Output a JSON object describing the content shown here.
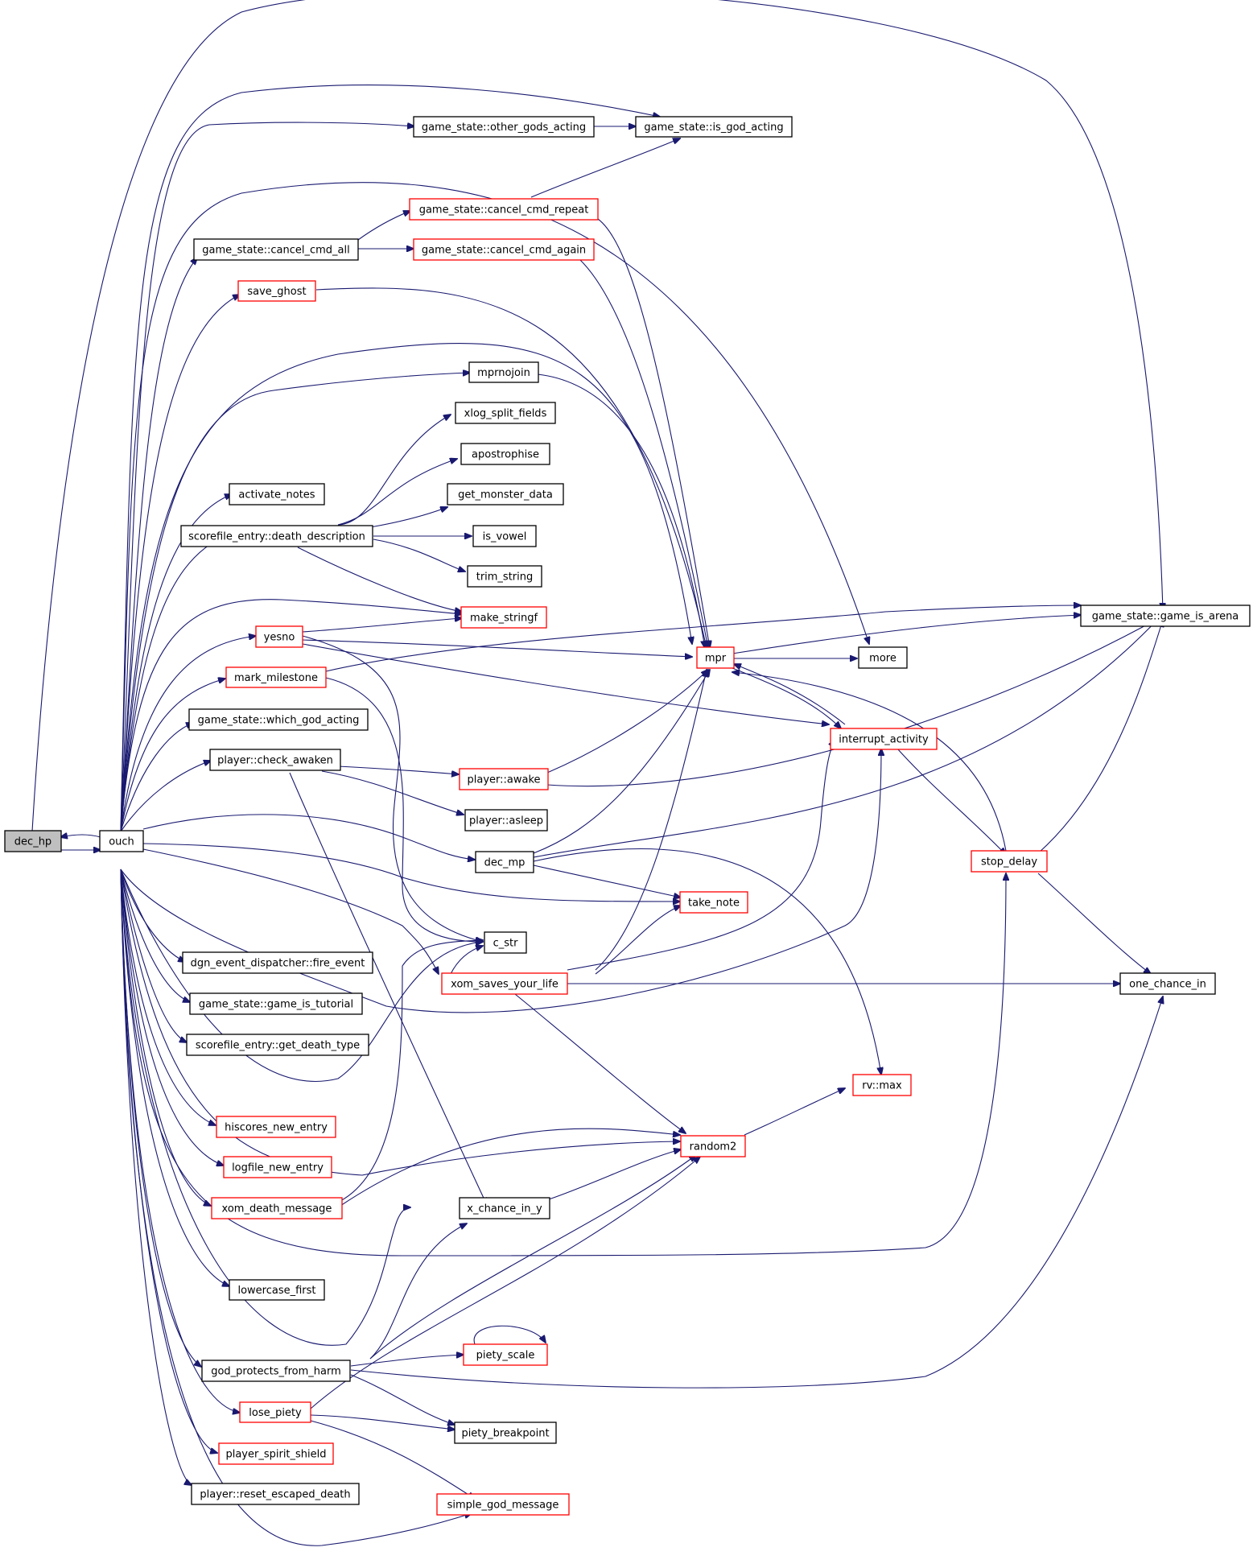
{
  "graph": {
    "nodes": [
      {
        "id": "dec_hp",
        "label": "dec_hp",
        "style": "current"
      },
      {
        "id": "ouch",
        "label": "ouch",
        "style": "plain"
      },
      {
        "id": "other_gods",
        "label": "game_state::other_gods_acting",
        "style": "plain"
      },
      {
        "id": "is_god_acting",
        "label": "game_state::is_god_acting",
        "style": "plain"
      },
      {
        "id": "cancel_repeat",
        "label": "game_state::cancel_cmd_repeat",
        "style": "linked"
      },
      {
        "id": "cancel_all",
        "label": "game_state::cancel_cmd_all",
        "style": "plain"
      },
      {
        "id": "cancel_again",
        "label": "game_state::cancel_cmd_again",
        "style": "linked"
      },
      {
        "id": "save_ghost",
        "label": "save_ghost",
        "style": "linked"
      },
      {
        "id": "mprnojoin",
        "label": "mprnojoin",
        "style": "plain"
      },
      {
        "id": "xlog_split",
        "label": "xlog_split_fields",
        "style": "plain"
      },
      {
        "id": "apostrophise",
        "label": "apostrophise",
        "style": "plain"
      },
      {
        "id": "activate_notes",
        "label": "activate_notes",
        "style": "plain"
      },
      {
        "id": "get_monster_data",
        "label": "get_monster_data",
        "style": "plain"
      },
      {
        "id": "death_desc",
        "label": "scorefile_entry::death_description",
        "style": "plain"
      },
      {
        "id": "is_vowel",
        "label": "is_vowel",
        "style": "plain"
      },
      {
        "id": "trim_string",
        "label": "trim_string",
        "style": "plain"
      },
      {
        "id": "make_stringf",
        "label": "make_stringf",
        "style": "linked"
      },
      {
        "id": "game_is_arena",
        "label": "game_state::game_is_arena",
        "style": "plain"
      },
      {
        "id": "yesno",
        "label": "yesno",
        "style": "linked"
      },
      {
        "id": "mpr",
        "label": "mpr",
        "style": "linked"
      },
      {
        "id": "more",
        "label": "more",
        "style": "plain"
      },
      {
        "id": "mark_milestone",
        "label": "mark_milestone",
        "style": "linked"
      },
      {
        "id": "which_god",
        "label": "game_state::which_god_acting",
        "style": "plain"
      },
      {
        "id": "interrupt",
        "label": "interrupt_activity",
        "style": "linked"
      },
      {
        "id": "check_awaken",
        "label": "player::check_awaken",
        "style": "plain"
      },
      {
        "id": "awake",
        "label": "player::awake",
        "style": "linked"
      },
      {
        "id": "asleep",
        "label": "player::asleep",
        "style": "plain"
      },
      {
        "id": "dec_mp",
        "label": "dec_mp",
        "style": "plain"
      },
      {
        "id": "stop_delay",
        "label": "stop_delay",
        "style": "linked"
      },
      {
        "id": "take_note",
        "label": "take_note",
        "style": "linked"
      },
      {
        "id": "c_str",
        "label": "c_str",
        "style": "plain"
      },
      {
        "id": "fire_event",
        "label": "dgn_event_dispatcher::fire_event",
        "style": "plain"
      },
      {
        "id": "xom_saves",
        "label": "xom_saves_your_life",
        "style": "linked"
      },
      {
        "id": "one_chance",
        "label": "one_chance_in",
        "style": "plain"
      },
      {
        "id": "is_tutorial",
        "label": "game_state::game_is_tutorial",
        "style": "plain"
      },
      {
        "id": "get_death_type",
        "label": "scorefile_entry::get_death_type",
        "style": "plain"
      },
      {
        "id": "rv_max",
        "label": "rv::max",
        "style": "linked"
      },
      {
        "id": "hiscores",
        "label": "hiscores_new_entry",
        "style": "linked"
      },
      {
        "id": "random2",
        "label": "random2",
        "style": "linked"
      },
      {
        "id": "logfile",
        "label": "logfile_new_entry",
        "style": "linked"
      },
      {
        "id": "xom_death",
        "label": "xom_death_message",
        "style": "linked"
      },
      {
        "id": "x_chance",
        "label": "x_chance_in_y",
        "style": "plain"
      },
      {
        "id": "lowercase_first",
        "label": "lowercase_first",
        "style": "plain"
      },
      {
        "id": "piety_scale",
        "label": "piety_scale",
        "style": "linked"
      },
      {
        "id": "god_protects",
        "label": "god_protects_from_harm",
        "style": "plain"
      },
      {
        "id": "lose_piety",
        "label": "lose_piety",
        "style": "linked"
      },
      {
        "id": "piety_breakpoint",
        "label": "piety_breakpoint",
        "style": "plain"
      },
      {
        "id": "spirit_shield",
        "label": "player_spirit_shield",
        "style": "linked"
      },
      {
        "id": "reset_escaped",
        "label": "player::reset_escaped_death",
        "style": "plain"
      },
      {
        "id": "simple_god_msg",
        "label": "simple_god_message",
        "style": "linked"
      }
    ]
  }
}
